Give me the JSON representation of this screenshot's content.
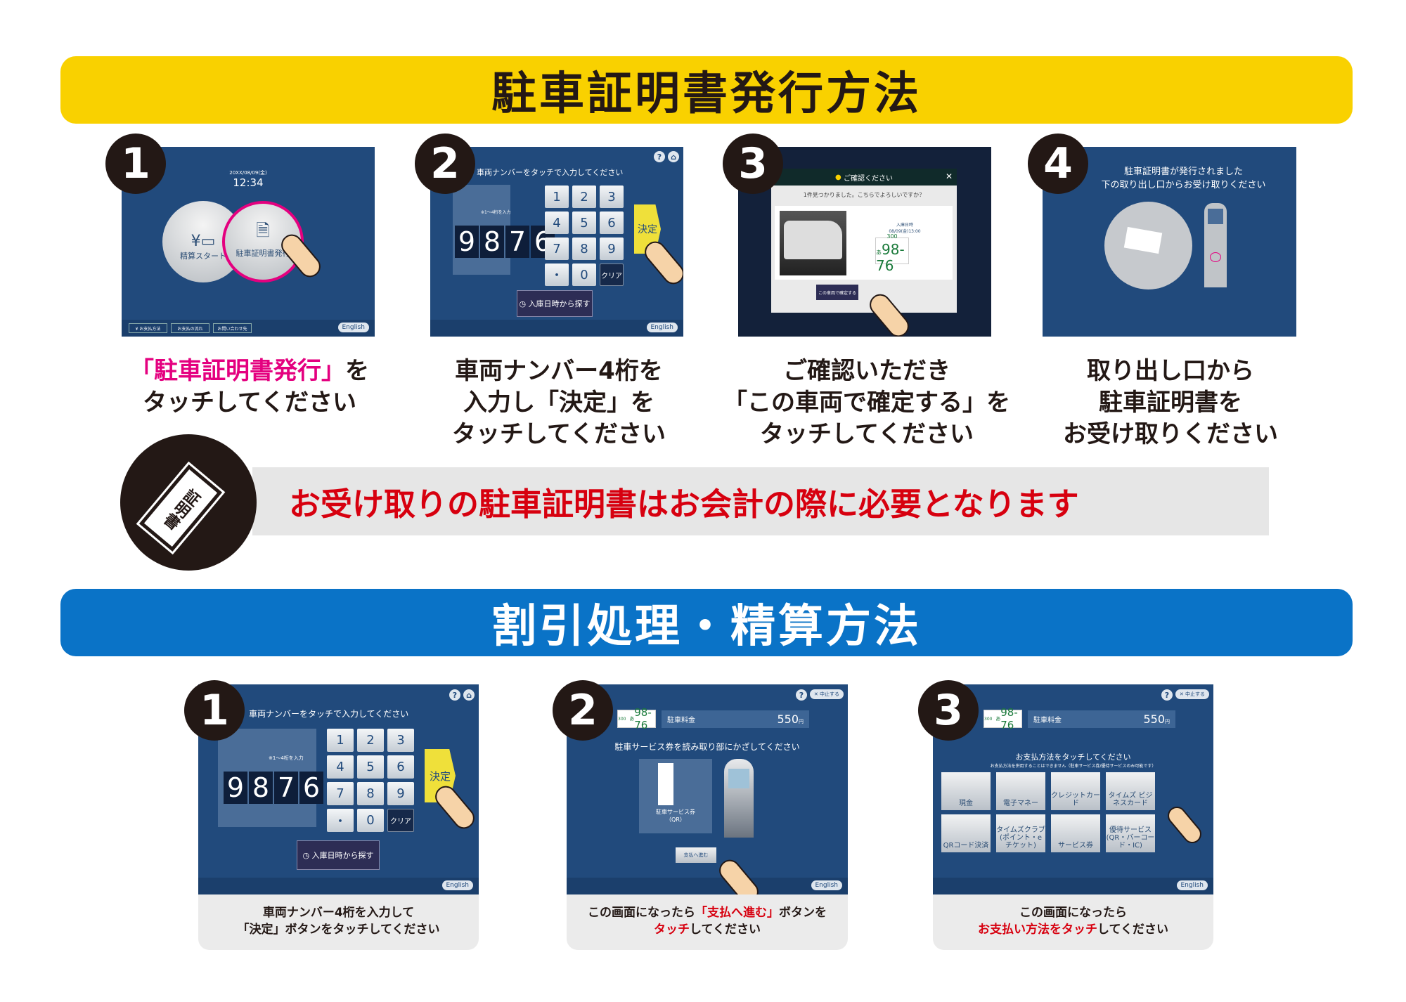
{
  "top_banner": {
    "title": "駐車証明書発行方法"
  },
  "issue_steps": [
    {
      "number": "1",
      "screen": {
        "date": "20XX/08/09(金)",
        "time": "12:34",
        "start_label": "精算スタート",
        "issue_label": "駐車証明書発行",
        "footer_buttons": [
          "¥ お支払方法",
          "お支払の流れ",
          "お問い合わせ先"
        ],
        "english": "English"
      },
      "caption_highlight": "「駐車証明書発行」",
      "caption_rest": "を",
      "caption_line2": "タッチしてください"
    },
    {
      "number": "2",
      "screen": {
        "prompt": "車両ナンバーをタッチで入力してください",
        "hint": "※1〜4桁を入力",
        "digits": [
          "9",
          "8",
          "7",
          "6"
        ],
        "keys": [
          "1",
          "2",
          "3",
          "4",
          "5",
          "6",
          "7",
          "8",
          "9",
          "・",
          "0",
          "クリア"
        ],
        "confirm": "決定",
        "search": "入庫日時から探す",
        "english": "English"
      },
      "caption_lines": [
        "車両ナンバー4桁を",
        "入力し「決定」を",
        "タッチしてください"
      ]
    },
    {
      "number": "3",
      "screen": {
        "dialog_title": "ご確認ください",
        "close": "✕",
        "message": "1件見つかりました。こちらでよろしいですか？",
        "entry_label": "入庫日時",
        "entry_time": "08/09(金)13:00",
        "plate_class": "300",
        "plate_kana": "あ",
        "plate_number": "98-76",
        "confirm": "この車両で確定する"
      },
      "caption_lines": [
        "ご確認いただき",
        "「この車両で確定する」を",
        "タッチしてください"
      ]
    },
    {
      "number": "4",
      "screen": {
        "line1": "駐車証明書が発行されました",
        "line2": "下の取り出し口からお受け取りください"
      },
      "caption_lines": [
        "取り出し口から",
        "駐車証明書を",
        "お受け取りください"
      ]
    }
  ],
  "notice": {
    "icon_label": "証明書",
    "message": "お受け取りの駐車証明書はお会計の際に必要となります"
  },
  "bottom_banner": {
    "title": "割引処理・精算方法"
  },
  "pay_steps": [
    {
      "number": "1",
      "screen": {
        "prompt": "車両ナンバーをタッチで入力してください",
        "hint": "※1〜4桁を入力",
        "digits": [
          "9",
          "8",
          "7",
          "6"
        ],
        "keys": [
          "1",
          "2",
          "3",
          "4",
          "5",
          "6",
          "7",
          "8",
          "9",
          "・",
          "0",
          "クリア"
        ],
        "confirm": "決定",
        "search": "入庫日時から探す",
        "english": "English"
      },
      "caption_line1": "車両ナンバー4桁を入力して",
      "caption_line2": "「決定」ボタンをタッチしてください"
    },
    {
      "number": "2",
      "screen": {
        "plate_class": "300",
        "plate_kana": "あ",
        "plate_number": "98-76",
        "fee_label": "駐車料金",
        "fee": "550",
        "yen": "円",
        "cancel": "✕ 中止する",
        "prompt": "駐車サービス券を読み取り部にかざしてください",
        "ticket_label": "駐車サービス券",
        "ticket_sub": "（QR）",
        "proceed": "支払へ進む",
        "english": "English"
      },
      "caption_a": "この画面になったら",
      "caption_b": "「支払へ進む」",
      "caption_c": "ボタンを",
      "caption_d": "タッチ",
      "caption_e": "してください"
    },
    {
      "number": "3",
      "screen": {
        "plate_class": "300",
        "plate_kana": "あ",
        "plate_number": "98-76",
        "fee_label": "駐車料金",
        "fee": "550",
        "yen": "円",
        "cancel": "✕ 中止する",
        "prompt": "お支払方法をタッチしてください",
        "note": "お支払方法を併用することはできません（駐車サービス券/優待サービスのみ可能です）",
        "methods": [
          "現金",
          "電子マネー",
          "クレジットカード",
          "タイムズ ビジネスカード",
          "QRコード決済",
          "タイムズクラブ (ポイント・eチケット)",
          "サービス券",
          "優待サービス (QR・バーコード・IC)"
        ],
        "english": "English"
      },
      "caption_line1": "この画面になったら",
      "caption_b": "お支払い方法をタッチ",
      "caption_c": "してください"
    }
  ],
  "colors": {
    "yellow": "#f9d100",
    "blue": "#0a73c7",
    "screen": "#214a7c",
    "accent_pink": "#e4007f",
    "accent_red": "#d7000f"
  }
}
